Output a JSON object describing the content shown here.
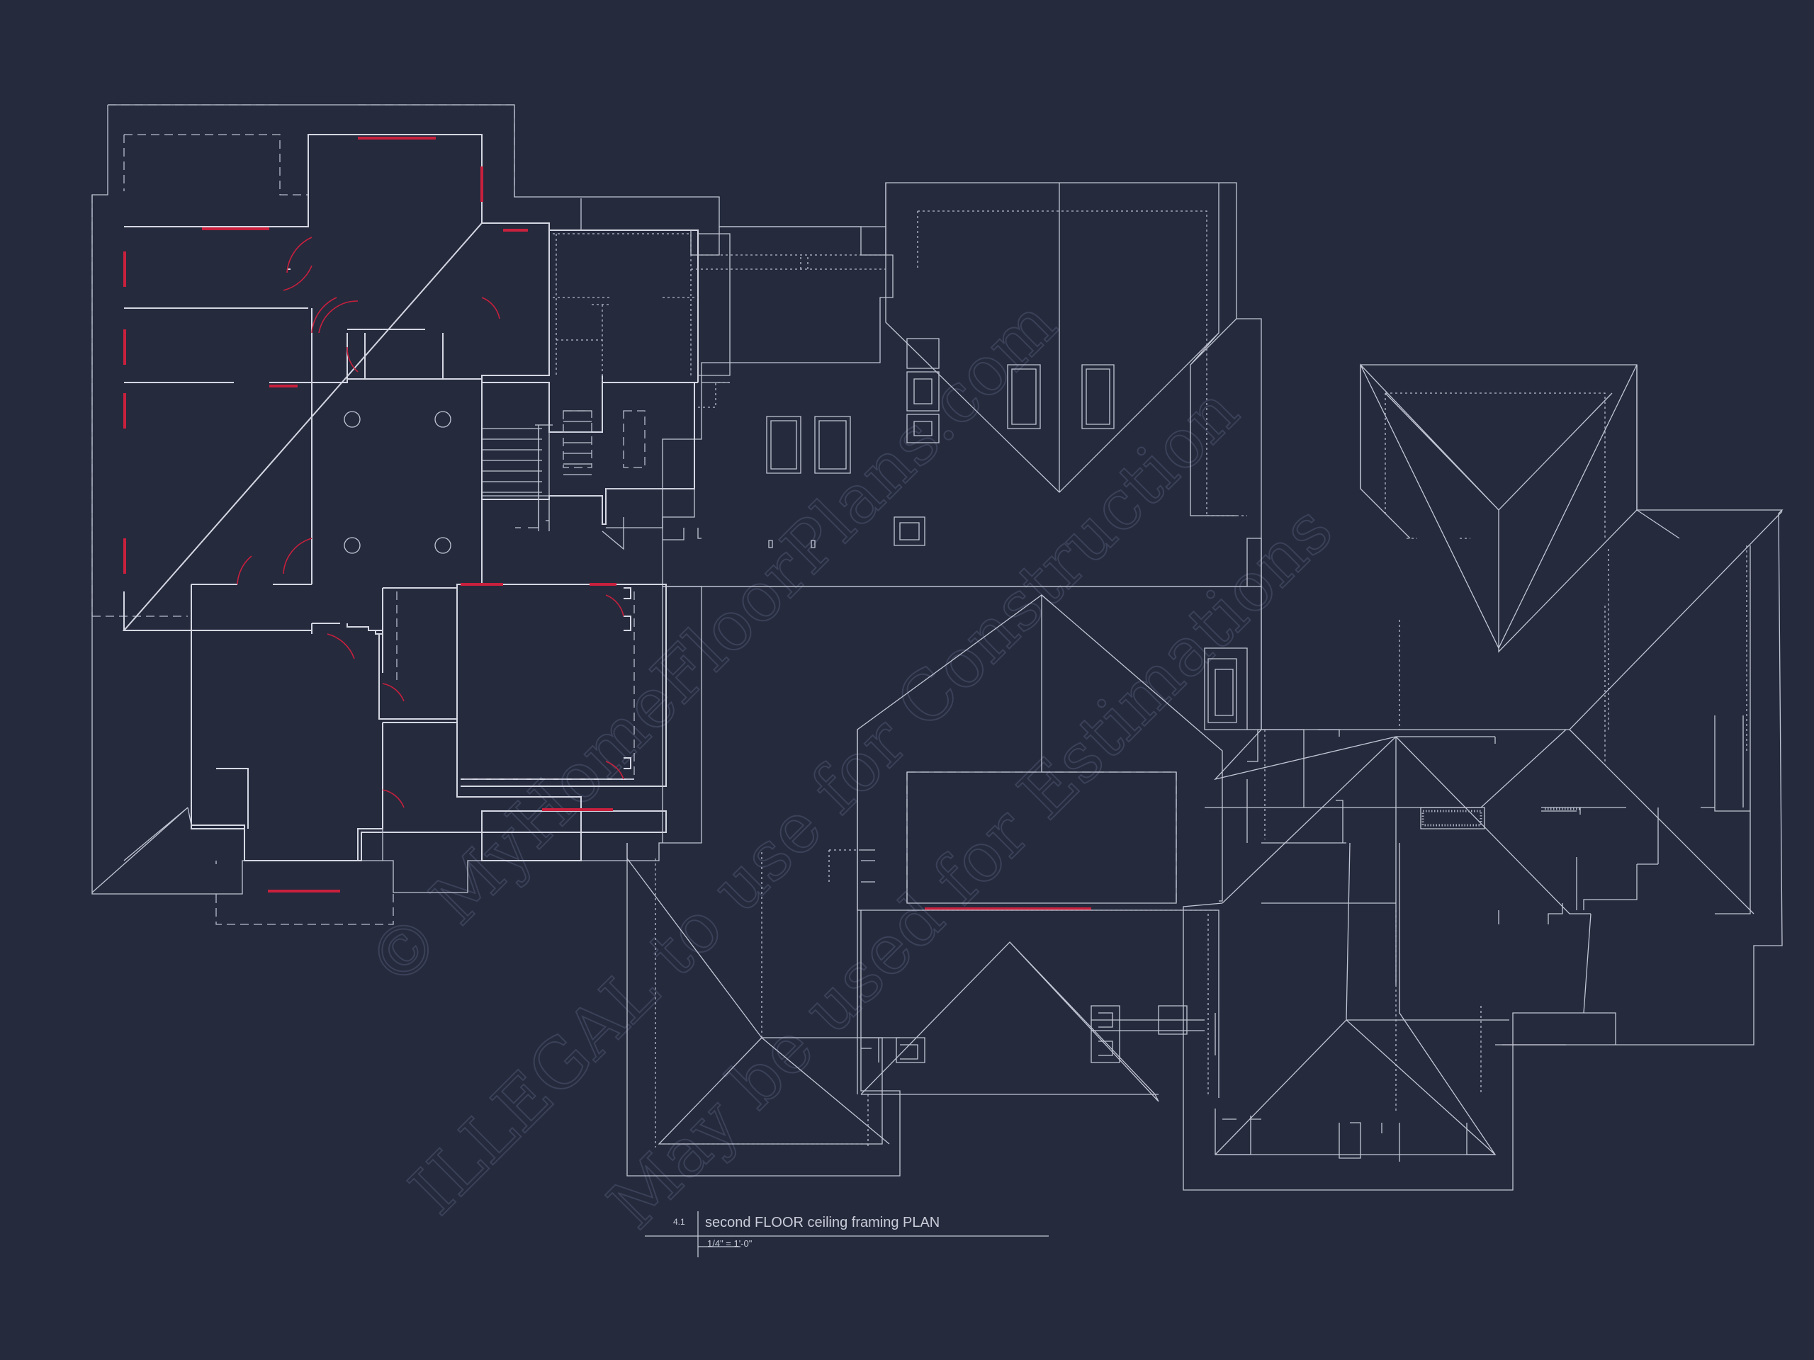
{
  "drawing": {
    "title": "second FLOOR ceiling framing PLAN",
    "scale_value": "1/4\" = 1'-0\"",
    "detail_ref": "4.1"
  },
  "watermark": {
    "line1": "© MyHomeFloorPlans.com",
    "line2": "ILLEGAL to use for Construction",
    "line3": "May be used for Estimations"
  },
  "colors": {
    "background": "#252a3d",
    "linework": "#d4d7e2",
    "window_highlight": "#c8203d",
    "watermark": "#3b4158"
  }
}
